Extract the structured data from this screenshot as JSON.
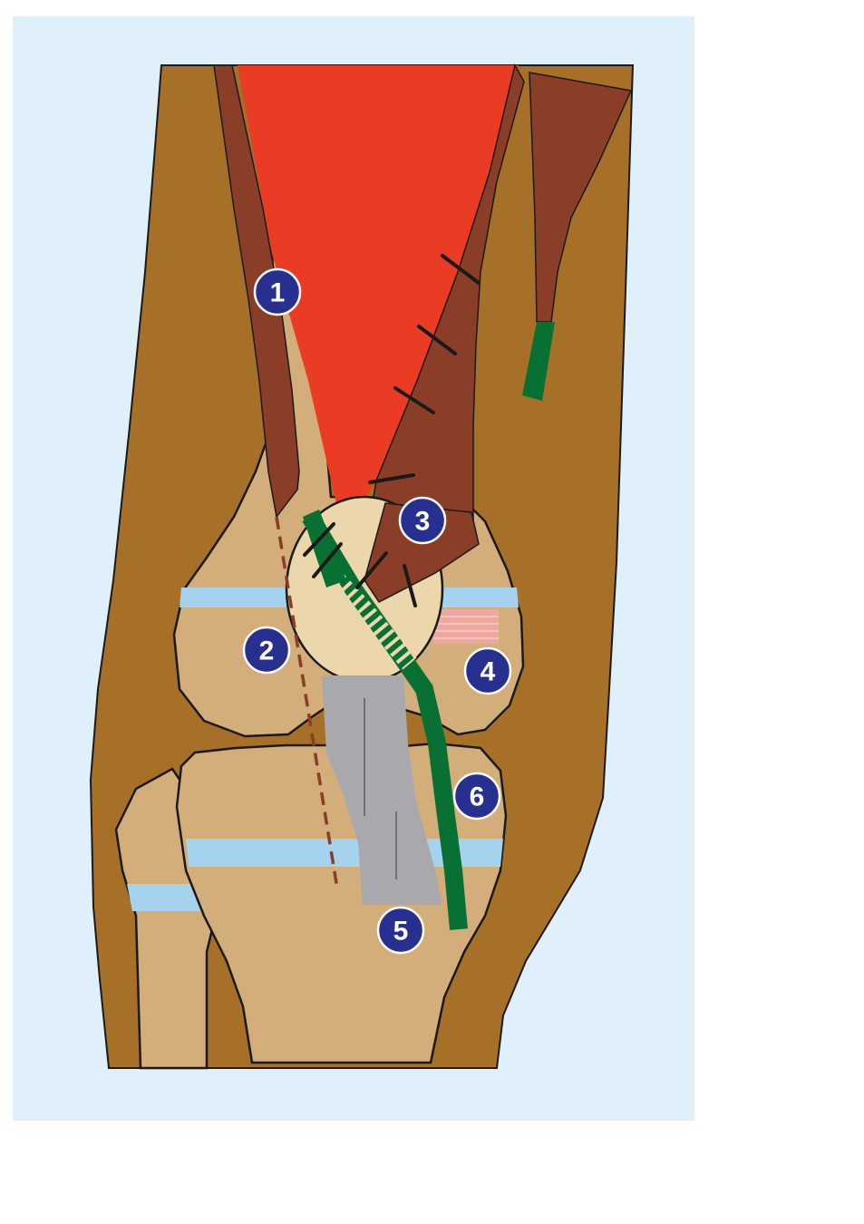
{
  "diagram": {
    "kind": "knee anatomy schematic (anterior view)",
    "markers": [
      {
        "id": "m1",
        "label": "1"
      },
      {
        "id": "m2",
        "label": "2"
      },
      {
        "id": "m3",
        "label": "3"
      },
      {
        "id": "m4",
        "label": "4"
      },
      {
        "id": "m5",
        "label": "5"
      },
      {
        "id": "m6",
        "label": "6"
      }
    ],
    "colors": {
      "background_panel": "#dff0fb",
      "soft_tissue": "#a67028",
      "bone": "#d3ad7a",
      "patella": "#ecd7ad",
      "quadriceps_red": "#ea3b25",
      "muscle_dark": "#8a3e28",
      "green_band": "#097033",
      "ligament_gray": "#a9a9ad",
      "growth_plate_blue": "#a5d3ee",
      "pink_patch": "#f1a7a3",
      "marker_fill": "#27308f",
      "outline": "#1a1a1a"
    }
  }
}
